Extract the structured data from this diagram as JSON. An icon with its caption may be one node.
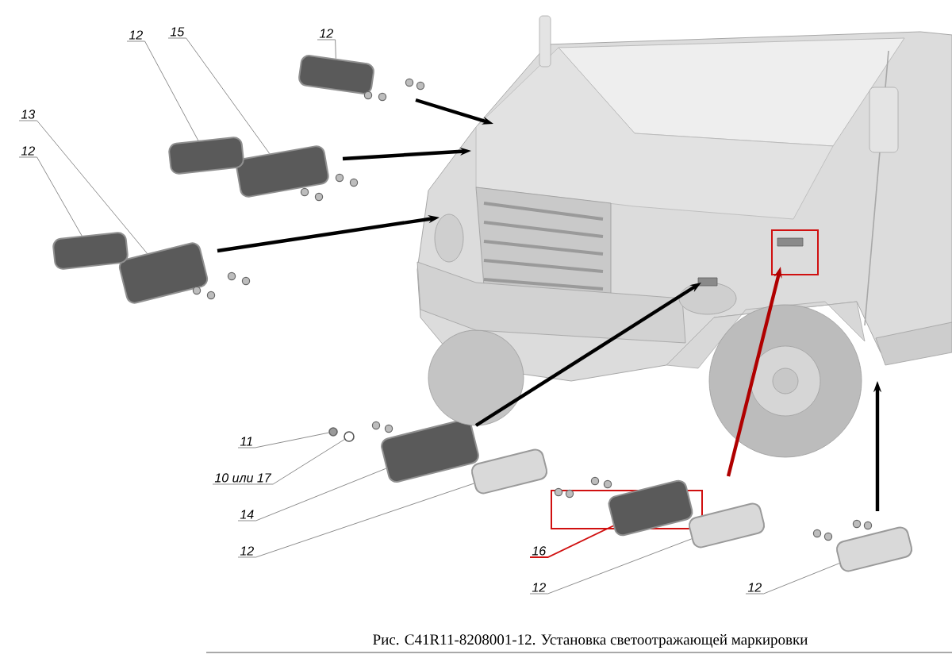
{
  "diagram": {
    "caption": "Рис. С41R11-8208001-12. Установка светоотражающей маркировки",
    "nodes": [
      {
        "text": [
          "12"
        ]
      },
      {
        "text": [],
        "shape": "box"
      },
      {
        "text": [
          "15"
        ]
      },
      {
        "text": [],
        "shape": "box"
      },
      {
        "text": [
          "12"
        ]
      },
      {
        "text": [],
        "shape": "box"
      },
      {
        "text": [
          "13"
        ]
      },
      {
        "text": [],
        "shape": "box"
      },
      {
        "text": [
          "12"
        ]
      },
      {
        "text": [],
        "shape": "box"
      },
      {
        "text": [
          "11"
        ]
      },
      {
        "text": [],
        "shape": "circle"
      },
      {
        "text": [
          "10 или 17"
        ]
      },
      {
        "text": [],
        "shape": "circle"
      },
      {
        "text": [
          "14"
        ]
      },
      {
        "text": [],
        "shape": "box"
      },
      {
        "text": [
          "12"
        ]
      },
      {
        "text": [],
        "shape": "box"
      },
      {
        "text": [],
        "shape": "box"
      },
      {
        "text": [
          "16"
        ]
      },
      {
        "text": [],
        "shape": "box",
        "in": 18
      },
      {
        "text": [
          "12"
        ]
      },
      {
        "text": [],
        "shape": "box"
      },
      {
        "text": [
          "12"
        ]
      },
      {
        "text": [],
        "shape": "box"
      },
      {
        "text": [],
        "shape": "picture"
      },
      {
        "text": [],
        "shape": "box",
        "in": 25
      }
    ],
    "edges": [
      {
        "from": 0,
        "to": 1,
        "arrow": "none"
      },
      {
        "from": 2,
        "to": 3,
        "arrow": "none"
      },
      {
        "from": 4,
        "to": 5,
        "arrow": "none"
      },
      {
        "from": 6,
        "to": 7,
        "arrow": "none"
      },
      {
        "from": 8,
        "to": 9,
        "arrow": "none"
      },
      {
        "from": 10,
        "to": 11,
        "arrow": "none"
      },
      {
        "from": 12,
        "to": 13,
        "arrow": "none"
      },
      {
        "from": 14,
        "to": 15,
        "arrow": "none"
      },
      {
        "from": 16,
        "to": 17,
        "arrow": "none"
      },
      {
        "from": 19,
        "to": 20,
        "arrow": "none",
        "color": "#d01010"
      },
      {
        "from": 21,
        "to": 22,
        "arrow": "none"
      },
      {
        "from": 23,
        "to": 24,
        "arrow": "none"
      },
      {
        "from": 1,
        "to": 25,
        "arrow": "to",
        "style": "thick",
        "color": "#000000"
      },
      {
        "from": 3,
        "to": 25,
        "arrow": "to",
        "style": "thick",
        "color": "#000000"
      },
      {
        "from": 7,
        "to": 25,
        "arrow": "to",
        "style": "thick",
        "color": "#000000"
      },
      {
        "from": 15,
        "to": 25,
        "arrow": "to",
        "style": "thick",
        "color": "#000000"
      },
      {
        "from": 18,
        "to": 26,
        "arrow": "to",
        "style": "thick",
        "color": "#b00000"
      },
      {
        "from": 24,
        "to": 25,
        "arrow": "to",
        "style": "thick",
        "color": "#000000"
      }
    ]
  }
}
